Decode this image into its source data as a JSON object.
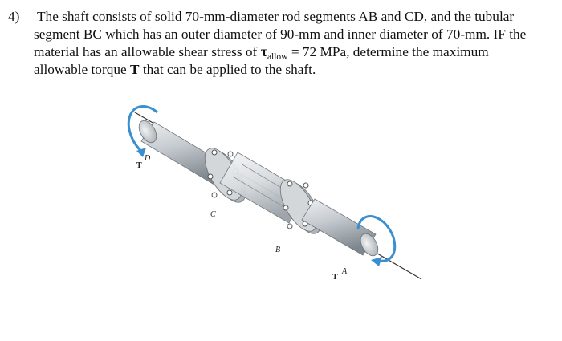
{
  "problem": {
    "number": "4)",
    "line1": "The shaft consists of solid 70-mm-diameter rod segments AB and CD, and the tubular",
    "line2": "segment BC which has an outer diameter of 90-mm and inner diameter of 70-mm. IF the",
    "line3_pre": "material has an allowable shear stress of ",
    "tau_symbol": "τ",
    "tau_sub": "allow",
    "line3_post": " = 72 MPa, determine the maximum",
    "line4_pre": "allowable torque ",
    "torque_symbol": "T",
    "line4_post": " that can be applied to the shaft."
  },
  "figure": {
    "labels": {
      "D": "D",
      "C": "C",
      "B": "B",
      "A": "A",
      "T_top": "T",
      "T_bottom": "T"
    },
    "colors": {
      "rod": "#c9ced3",
      "rod_dark": "#8a9299",
      "flange": "#b9bec4",
      "arrow": "#3a8fd0",
      "axis": "#333333"
    }
  }
}
